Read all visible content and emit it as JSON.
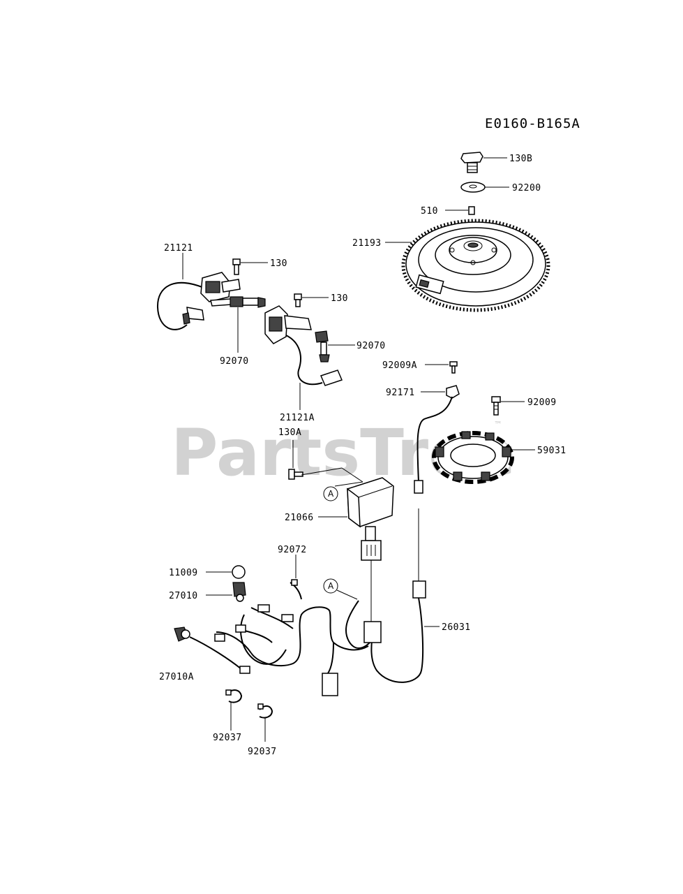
{
  "diagram": {
    "code": "E0160-B165A",
    "watermark": "PartsTree",
    "watermark_tm": "™",
    "callout_ref": "A",
    "parts": {
      "bolt_130B": "130B",
      "washer_92200": "92200",
      "key_510": "510",
      "flywheel_21193": "21193",
      "coil_21121": "21121",
      "bolt_130_left": "130",
      "bolt_130_right": "130",
      "plug_92070_left": "92070",
      "plug_92070_right": "92070",
      "coil_21121A": "21121A",
      "bolt_92009A": "92009A",
      "clamp_92171": "92171",
      "bolt_92009": "92009",
      "stator_59031": "59031",
      "bolt_130A": "130A",
      "regulator_21066": "21066",
      "clip_92072": "92072",
      "cap_11009": "11009",
      "switch_27010": "27010",
      "harness_26031": "26031",
      "switch_27010A": "27010A",
      "clip_92037_left": "92037",
      "clip_92037_right": "92037"
    }
  }
}
